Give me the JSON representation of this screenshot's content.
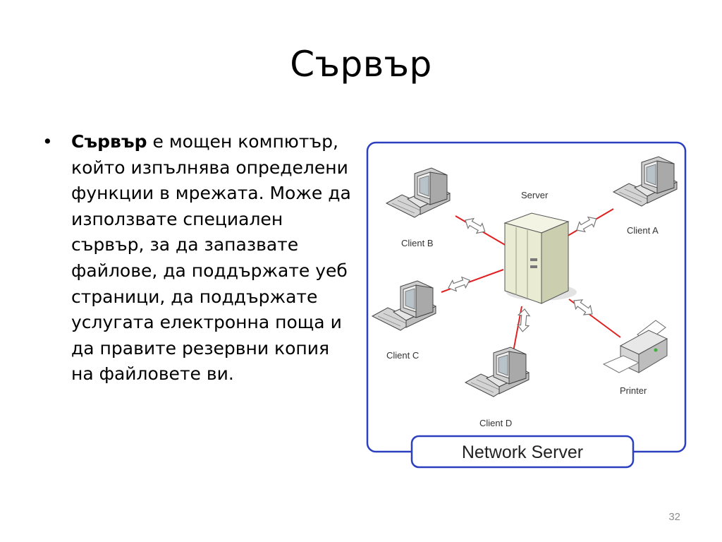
{
  "slide": {
    "title": "Сървър",
    "bullet": {
      "bold_term": "Сървър",
      "text": " е мощен компютър, който изпълнява определени функции в мрежата. Може да използвате специален сървър, за да запазвате файлове, да поддържате уеб страници, да поддържате услугата електронна поща и да правите резервни копия на файловете ви."
    },
    "slide_number": "32"
  },
  "diagram": {
    "frame_label": "Network Server",
    "nodes": {
      "server": "Server",
      "client_a": "Client A",
      "client_b": "Client B",
      "client_c": "Client C",
      "client_d": "Client D",
      "printer": "Printer"
    },
    "colors": {
      "frame": "#2b3fbf",
      "link": "#e02020",
      "server_body": "#e9ecd2"
    }
  }
}
